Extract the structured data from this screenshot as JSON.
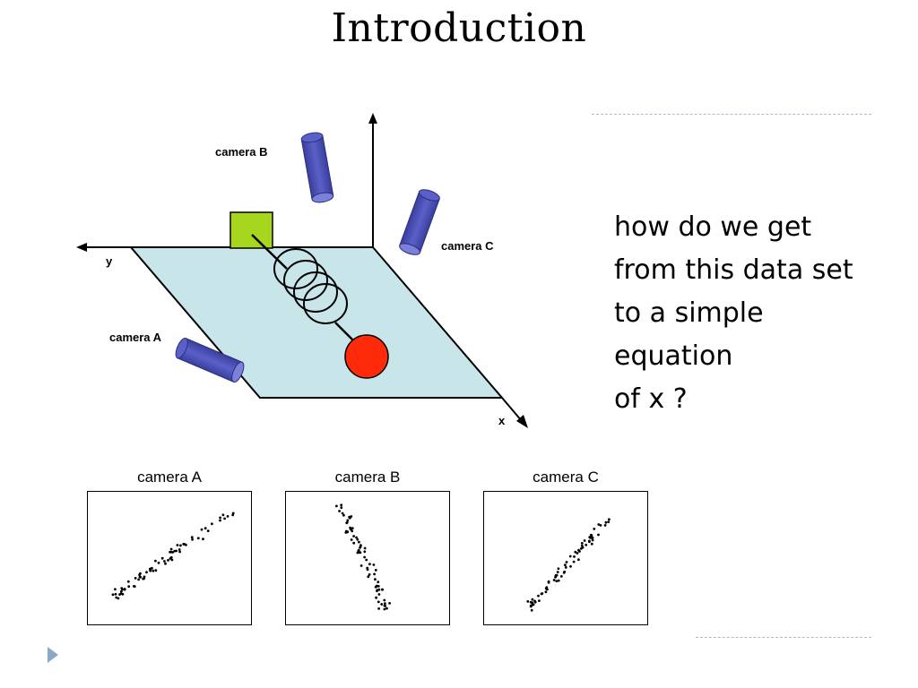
{
  "slide": {
    "title": "Introduction",
    "text_lines": [
      "how do we get",
      "from this data set",
      "to a simple",
      "equation",
      "of x ?"
    ]
  },
  "diagram": {
    "axis_y_label": "y",
    "axis_x_label": "x",
    "cameras": [
      {
        "label": "camera A"
      },
      {
        "label": "camera B"
      },
      {
        "label": "camera C"
      }
    ],
    "colors": {
      "plane": "#c8e6ea",
      "camera": "#4a4fb8",
      "block": "#a6d61e",
      "ball": "#ff2a0a"
    }
  },
  "plots": [
    {
      "title": "camera A",
      "trend": "rising"
    },
    {
      "title": "camera B",
      "trend": "falling-steep"
    },
    {
      "title": "camera C",
      "trend": "rising-steep"
    }
  ],
  "icons": {
    "nav": "triangle-right-icon"
  }
}
